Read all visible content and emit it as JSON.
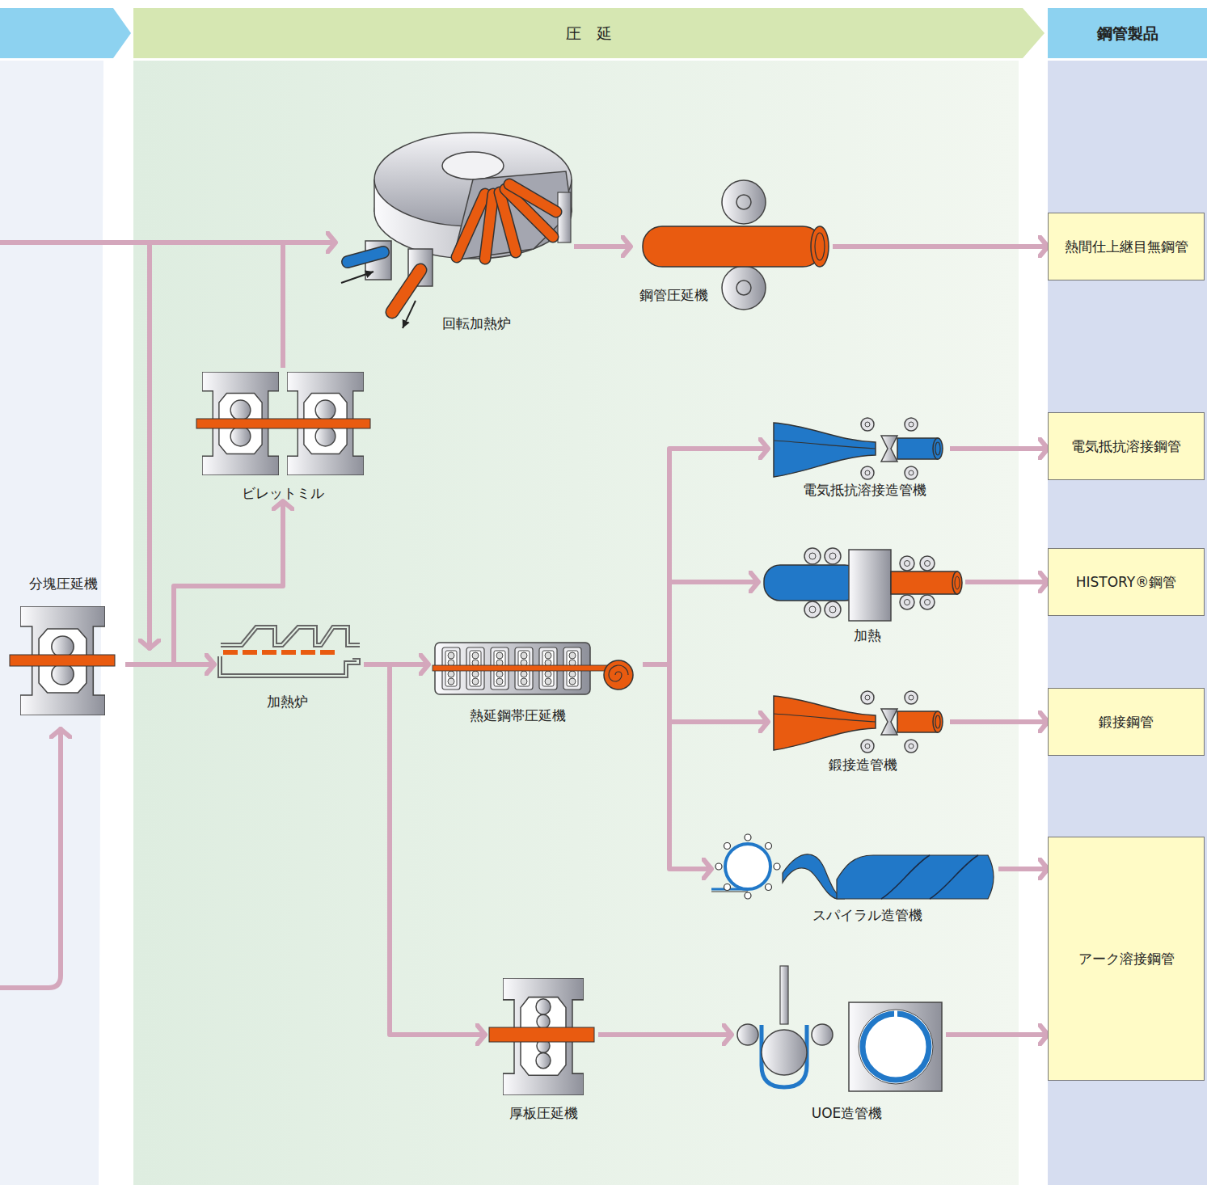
{
  "diagram": {
    "nodes": [
      {
        "text": [
          "圧　延"
        ]
      },
      {
        "text": [
          "鋼管製品"
        ]
      },
      {
        "text": [
          "回転加熱炉"
        ]
      },
      {
        "text": [
          "鋼管圧延機"
        ]
      },
      {
        "text": [
          "熱間仕上継目無鋼管"
        ]
      },
      {
        "text": [
          "ビレットミル"
        ]
      },
      {
        "text": [
          "電気抵抗溶接造管機"
        ]
      },
      {
        "text": [
          "電気抵抗溶接鋼管"
        ]
      },
      {
        "text": [
          "加熱"
        ]
      },
      {
        "text": [
          "HISTORY®鋼管"
        ]
      },
      {
        "text": [
          "分塊圧延機"
        ]
      },
      {
        "text": [
          "加熱炉"
        ]
      },
      {
        "text": [
          "熱延鋼帯圧延機"
        ]
      },
      {
        "text": [
          "鍛接造管機"
        ]
      },
      {
        "text": [
          "鍛接鋼管"
        ]
      },
      {
        "text": [
          "スパイラル造管機"
        ]
      },
      {
        "text": [
          "アーク溶接鋼管"
        ]
      },
      {
        "text": [
          "厚板圧延機"
        ]
      },
      {
        "text": [
          "UOE造管機"
        ]
      }
    ],
    "edges": [
      {
        "from": 2,
        "to": 3,
        "arrow": "to"
      },
      {
        "from": 3,
        "to": 4,
        "arrow": "to"
      },
      {
        "from": 5,
        "to": 2,
        "arrow": "to"
      },
      {
        "from": 6,
        "to": 7,
        "arrow": "to"
      },
      {
        "from": 8,
        "to": 9,
        "arrow": "to"
      },
      {
        "from": 10,
        "to": 11,
        "arrow": "to"
      },
      {
        "from": 10,
        "to": 5,
        "arrow": "to"
      },
      {
        "from": 11,
        "to": 12,
        "arrow": "to"
      },
      {
        "from": 11,
        "to": 17,
        "arrow": "to"
      },
      {
        "from": 12,
        "to": 6,
        "arrow": "to"
      },
      {
        "from": 12,
        "to": 8,
        "arrow": "to"
      },
      {
        "from": 12,
        "to": 13,
        "arrow": "to"
      },
      {
        "from": 12,
        "to": 15,
        "arrow": "to"
      },
      {
        "from": 13,
        "to": 14,
        "arrow": "to"
      },
      {
        "from": 15,
        "to": 16,
        "arrow": "to"
      },
      {
        "from": 17,
        "to": 18,
        "arrow": "to"
      },
      {
        "from": 18,
        "to": 16,
        "arrow": "to"
      }
    ]
  }
}
